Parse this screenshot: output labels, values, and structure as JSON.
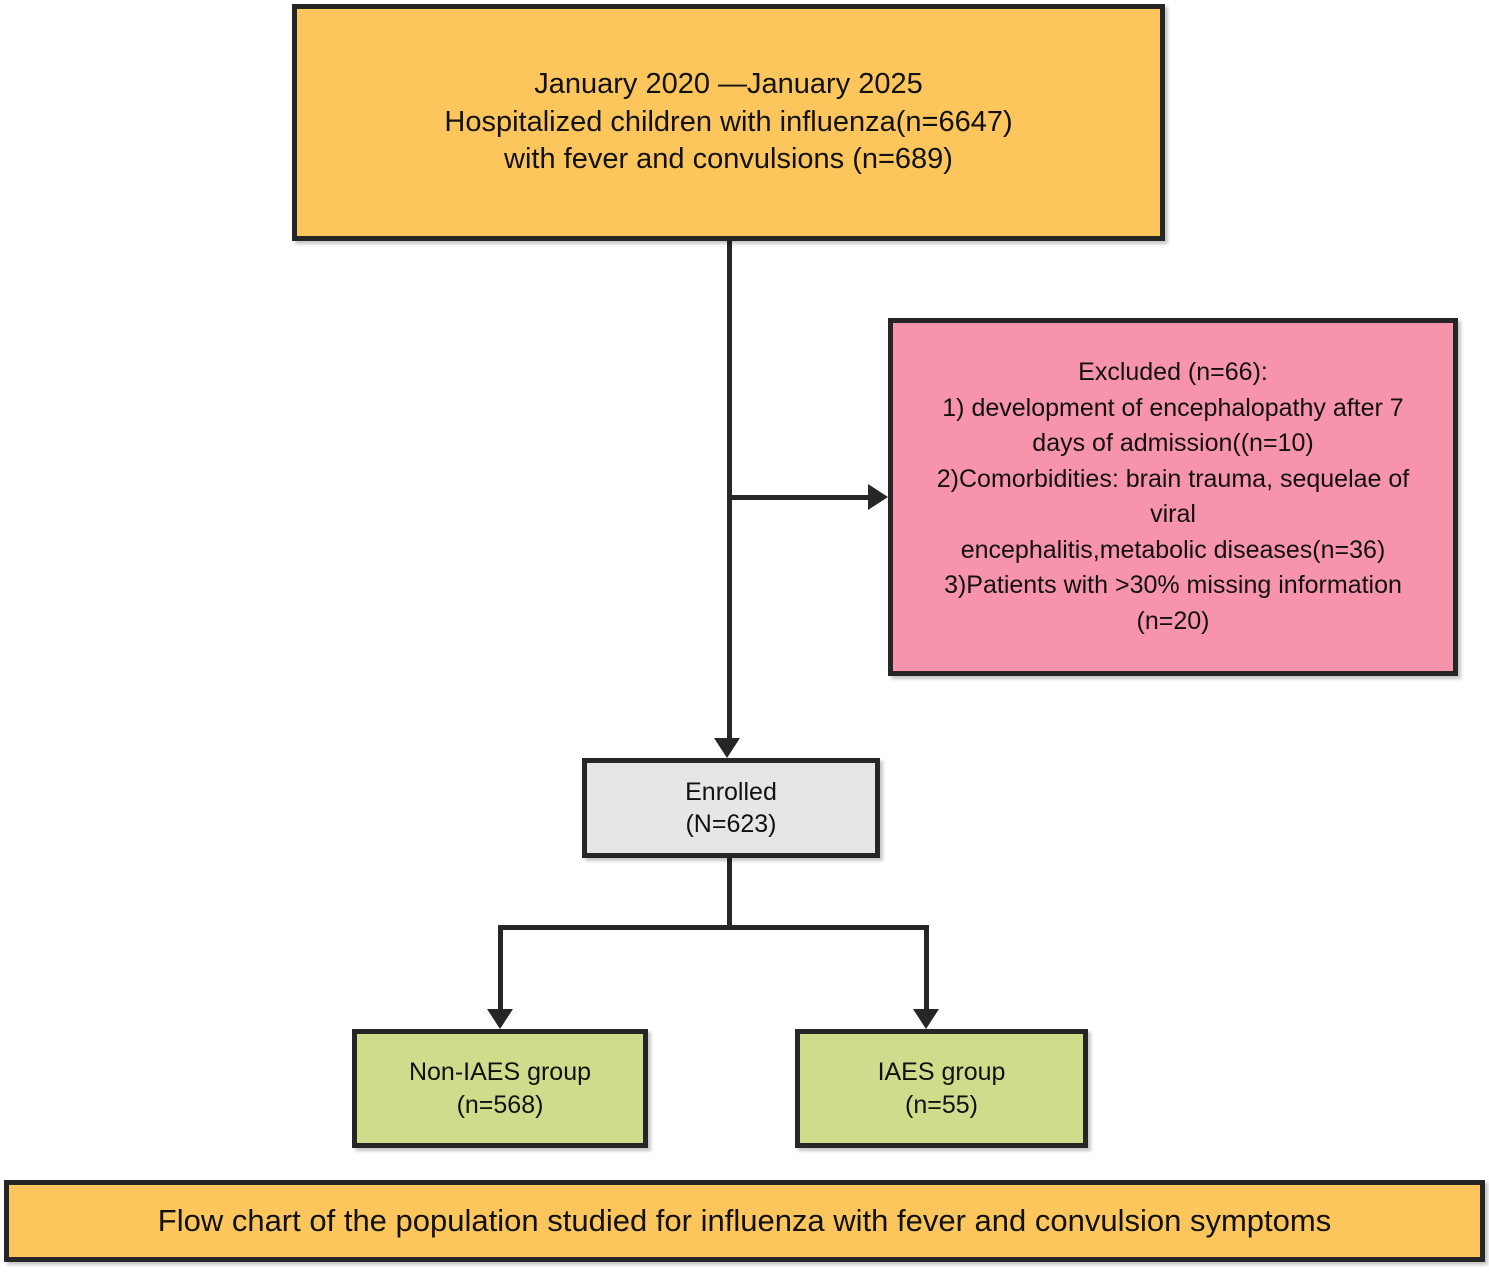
{
  "figure": {
    "caption": "Flow chart of the population studied for influenza with fever and convulsion symptoms"
  },
  "nodes": {
    "cohort": {
      "lines": [
        "January 2020 —January 2025",
        "Hospitalized children with influenza(n=6647)",
        "with fever and convulsions (n=689)"
      ],
      "color": "#fcc65c"
    },
    "excluded": {
      "lines": [
        "Excluded (n=66):",
        "1) development of encephalopathy after 7",
        "days of admission((n=10)",
        "2)Comorbidities: brain trauma, sequelae of",
        "viral",
        "encephalitis,metabolic diseases(n=36)",
        "3)Patients with >30% missing information",
        "(n=20)"
      ],
      "color": "#f794ac"
    },
    "enrolled": {
      "lines": [
        "Enrolled",
        "(N=623)"
      ],
      "color": "#e6e6e6"
    },
    "non_iaes": {
      "lines": [
        "Non-IAES group",
        "(n=568)"
      ],
      "color": "#cedc8c"
    },
    "iaes": {
      "lines": [
        "IAES group",
        "(n=55)"
      ],
      "color": "#cedc8c"
    }
  },
  "counts": {
    "hospitalized_influenza": 6647,
    "fever_and_convulsions": 689,
    "excluded_total": 66,
    "excluded_encephalopathy_after_7_days": 10,
    "excluded_comorbidities": 36,
    "excluded_missing_information": 20,
    "enrolled": 623,
    "non_iaes": 568,
    "iaes": 55
  },
  "style": {
    "border_color": "#262626",
    "background": "#ffffff"
  }
}
